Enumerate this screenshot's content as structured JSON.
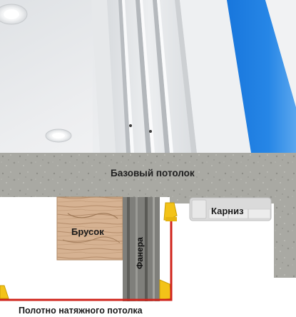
{
  "photo": {
    "blue_tint": "#1f7fe0",
    "panel_color": "#eef0f2",
    "rail_color": "#d3d6d9"
  },
  "diagram": {
    "labels": {
      "base_ceiling": "Базовый потолок",
      "cornice": "Карниз",
      "beam": "Брусок",
      "plywood": "Фанера",
      "membrane": "Полотно натяжного потолка"
    },
    "colors": {
      "concrete": "#a8a8a2",
      "wood": "#d4b090",
      "plywood": "#8a8a86",
      "membrane_line": "#d0241c",
      "bracket": "#f3c318",
      "cornice_body": "#d9d9d9"
    }
  }
}
